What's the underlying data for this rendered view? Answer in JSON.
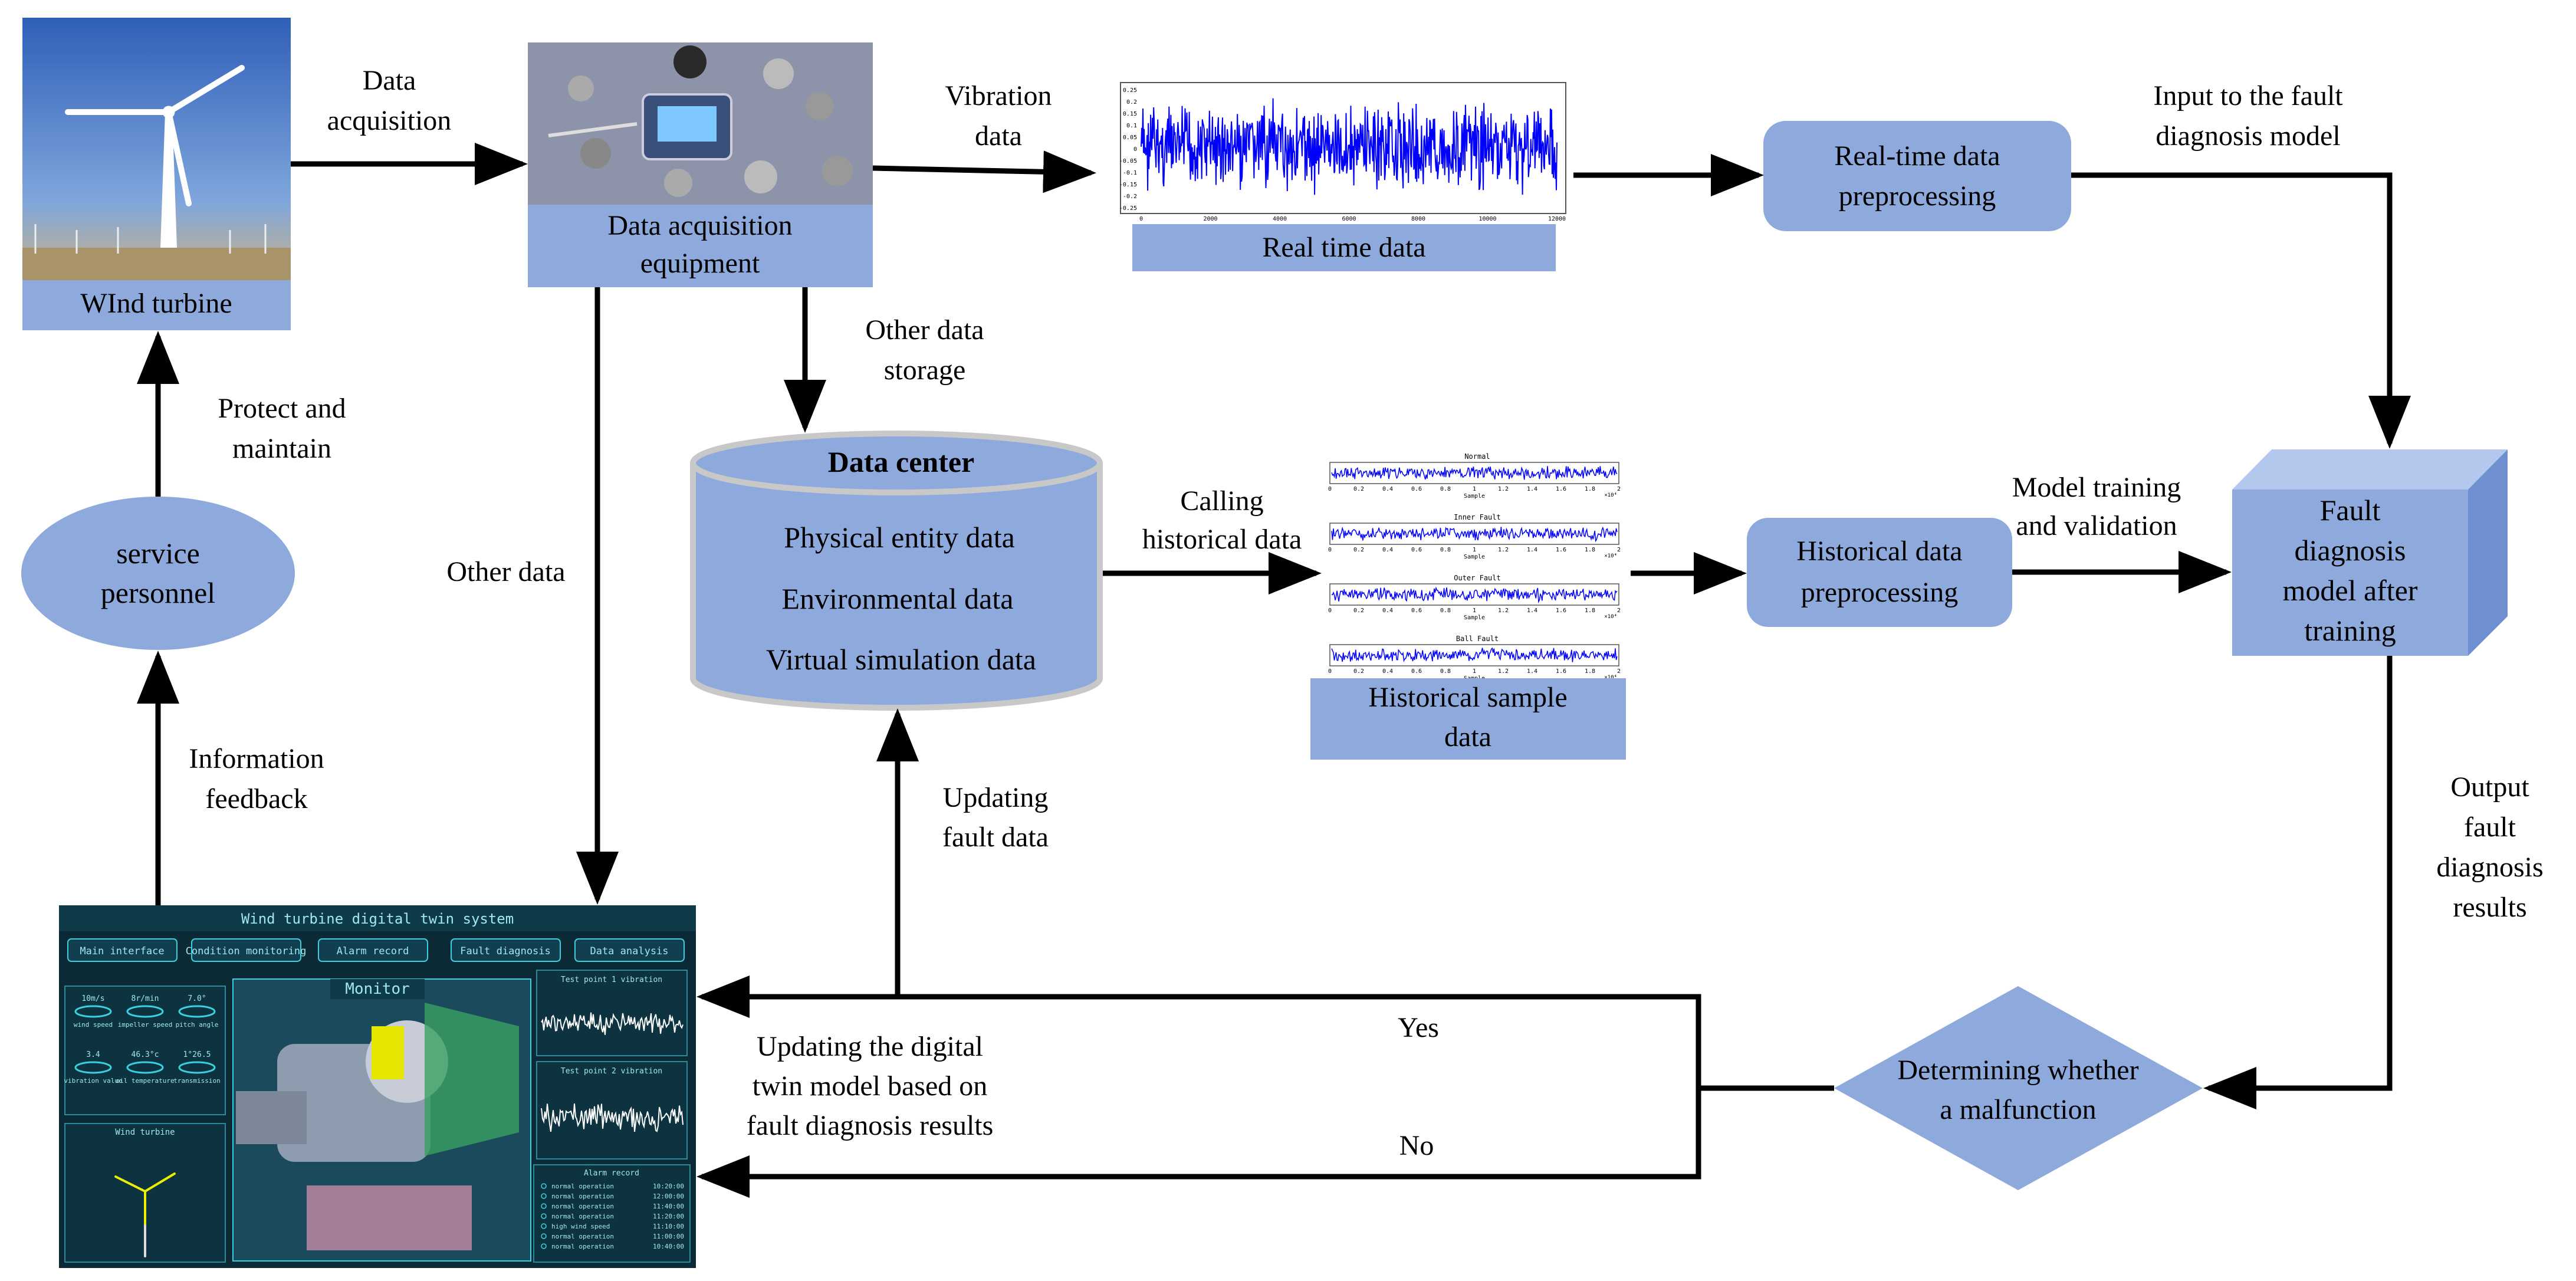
{
  "colors": {
    "box_fill": "#8ea9db",
    "box_fill_light": "#a9bfe6",
    "arrow": "#000000",
    "signal": "#0000ff",
    "screen_bg": "#0b2a36",
    "screen_accent": "#39d0e0"
  },
  "nodes": {
    "wind_turbine": "WInd turbine",
    "daq_equipment_line1": "Data acquisition",
    "daq_equipment_line2": "equipment",
    "real_time_data": "Real time data",
    "realtime_pre_line1": "Real-time data",
    "realtime_pre_line2": "preprocessing",
    "service_personnel_line1": "service",
    "service_personnel_line2": "personnel",
    "data_center": {
      "title": "Data center",
      "items": [
        "Physical entity data",
        "Environmental data",
        "Virtual simulation data"
      ]
    },
    "historical_sample_line1": "Historical sample",
    "historical_sample_line2": "data",
    "historical_pre_line1": "Historical data",
    "historical_pre_line2": "preprocessing",
    "fault_model_lines": [
      "Fault",
      "diagnosis",
      "model after",
      "training"
    ],
    "decision_line1": "Determining whether",
    "decision_line2": "a malfunction"
  },
  "edges": {
    "data_acquisition": [
      "Data",
      "acquisition"
    ],
    "vibration_data": [
      "Vibration",
      "data"
    ],
    "input_fault_model": [
      "Input to the fault",
      "diagnosis model"
    ],
    "other_data_storage": [
      "Other data",
      "storage"
    ],
    "protect_maintain": [
      "Protect and",
      "maintain"
    ],
    "other_data": "Other data",
    "calling_historical": [
      "Calling",
      "historical data"
    ],
    "model_training": [
      "Model training",
      "and validation"
    ],
    "information_feedback": [
      "Information",
      "feedback"
    ],
    "updating_fault": [
      "Updating",
      "fault data"
    ],
    "output_results": [
      "Output",
      "fault",
      "diagnosis",
      "results"
    ],
    "yes": "Yes",
    "no": "No",
    "updating_twin": [
      "Updating the digital",
      "twin model based on",
      "fault diagnosis results"
    ]
  },
  "historical_plots": {
    "titles": [
      "Normal",
      "Inner Fault",
      "Outer Fault",
      "Ball Fault"
    ],
    "x_ticks": [
      "0",
      "0.2",
      "0.4",
      "0.6",
      "0.8",
      "1",
      "1.2",
      "1.4",
      "1.6",
      "1.8",
      "2"
    ],
    "x_label": "Sample",
    "exponent": "×10⁴"
  },
  "realtime_plot": {
    "x_ticks": [
      "0",
      "2000",
      "4000",
      "6000",
      "8000",
      "10000",
      "12000"
    ],
    "y_ticks": [
      "0.25",
      "0.2",
      "0.15",
      "0.1",
      "0.05",
      "0",
      "-0.05",
      "-0.1",
      "-0.15",
      "-0.2",
      "-0.25"
    ]
  },
  "twin_screen": {
    "title": "Wind turbine digital twin system",
    "nav": [
      "Main interface",
      "Condition monitoring",
      "Alarm record",
      "Fault diagnosis",
      "Data analysis"
    ],
    "monitor_label": "Monitor",
    "gauges": [
      {
        "value": "10m/s",
        "label": "wind speed"
      },
      {
        "value": "8r/min",
        "label": "impeller speed"
      },
      {
        "value": "7.0°",
        "label": "pitch angle"
      },
      {
        "value": "3.4",
        "label": "vibration value"
      },
      {
        "value": "46.3°c",
        "label": "oil temperature"
      },
      {
        "value": "1°26.5",
        "label": "transmission"
      }
    ],
    "turbine_panel_label": "Wind turbine",
    "vib_panels": [
      "Test point 1 vibration",
      "Test point 2 vibration"
    ],
    "alarm_title": "Alarm record",
    "alarm_rows": [
      {
        "status": "normal operation",
        "time": "10:20:00"
      },
      {
        "status": "normal operation",
        "time": "12:00:00"
      },
      {
        "status": "normal operation",
        "time": "11:40:00"
      },
      {
        "status": "normal operation",
        "time": "11:20:00"
      },
      {
        "status": "high wind speed",
        "time": "11:10:00"
      },
      {
        "status": "normal operation",
        "time": "11:00:00"
      },
      {
        "status": "normal operation",
        "time": "10:40:00"
      }
    ]
  }
}
